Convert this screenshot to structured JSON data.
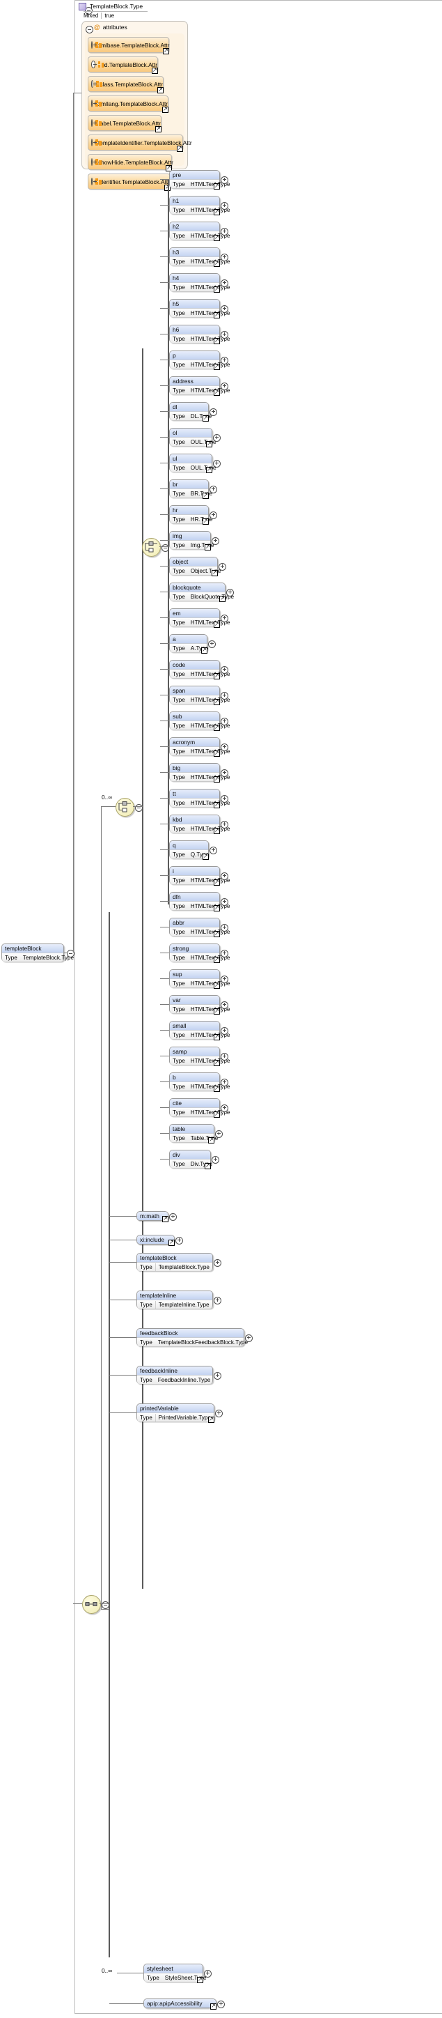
{
  "diagram": {
    "kind": "xsd-schema-diagram",
    "root_element": {
      "name": "templateBlock",
      "type_key": "Type",
      "type_value": "TemplateBlock.Type"
    },
    "complex_type": {
      "title": "TemplateBlock.Type",
      "meta_key": "Mixed",
      "meta_value": "true"
    },
    "attributes_group": {
      "label": "attributes",
      "symbol": "@",
      "items": [
        {
          "name": "xmlbase.TemplateBlock.Attr"
        },
        {
          "name": "id.TemplateBlock.Attr"
        },
        {
          "name": "class.TemplateBlock.Attr"
        },
        {
          "name": "xmllang.TemplateBlock.Attr"
        },
        {
          "name": "label.TemplateBlock.Attr"
        },
        {
          "name": "templateIdentifier.TemplateBlock.Attr"
        },
        {
          "name": "showHide.TemplateBlock.Attr"
        },
        {
          "name": "identifier.TemplateBlock.Attr"
        }
      ]
    },
    "compositors": [
      {
        "id": "inner-choice",
        "type": "choice",
        "cardinality": ""
      },
      {
        "id": "outer-choice",
        "type": "choice",
        "cardinality": "0..∞"
      },
      {
        "id": "sequence",
        "type": "sequence",
        "cardinality": ""
      }
    ],
    "type_key_label": "Type",
    "html_elements": [
      {
        "name": "pre",
        "type": "HTMLText.Type"
      },
      {
        "name": "h1",
        "type": "HTMLText.Type"
      },
      {
        "name": "h2",
        "type": "HTMLText.Type"
      },
      {
        "name": "h3",
        "type": "HTMLText.Type"
      },
      {
        "name": "h4",
        "type": "HTMLText.Type"
      },
      {
        "name": "h5",
        "type": "HTMLText.Type"
      },
      {
        "name": "h6",
        "type": "HTMLText.Type"
      },
      {
        "name": "p",
        "type": "HTMLText.Type"
      },
      {
        "name": "address",
        "type": "HTMLText.Type"
      },
      {
        "name": "dl",
        "type": "DL.Type"
      },
      {
        "name": "ol",
        "type": "OUL.Type"
      },
      {
        "name": "ul",
        "type": "OUL.Type"
      },
      {
        "name": "br",
        "type": "BR.Type"
      },
      {
        "name": "hr",
        "type": "HR.Type"
      },
      {
        "name": "img",
        "type": "Img.Type"
      },
      {
        "name": "object",
        "type": "Object.Type"
      },
      {
        "name": "blockquote",
        "type": "BlockQuote.Type"
      },
      {
        "name": "em",
        "type": "HTMLText.Type"
      },
      {
        "name": "a",
        "type": "A.Type"
      },
      {
        "name": "code",
        "type": "HTMLText.Type"
      },
      {
        "name": "span",
        "type": "HTMLText.Type"
      },
      {
        "name": "sub",
        "type": "HTMLText.Type"
      },
      {
        "name": "acronym",
        "type": "HTMLText.Type"
      },
      {
        "name": "big",
        "type": "HTMLText.Type"
      },
      {
        "name": "tt",
        "type": "HTMLText.Type"
      },
      {
        "name": "kbd",
        "type": "HTMLText.Type"
      },
      {
        "name": "q",
        "type": "Q.Type"
      },
      {
        "name": "i",
        "type": "HTMLText.Type"
      },
      {
        "name": "dfn",
        "type": "HTMLText.Type"
      },
      {
        "name": "abbr",
        "type": "HTMLText.Type"
      },
      {
        "name": "strong",
        "type": "HTMLText.Type"
      },
      {
        "name": "sup",
        "type": "HTMLText.Type"
      },
      {
        "name": "var",
        "type": "HTMLText.Type"
      },
      {
        "name": "small",
        "type": "HTMLText.Type"
      },
      {
        "name": "samp",
        "type": "HTMLText.Type"
      },
      {
        "name": "b",
        "type": "HTMLText.Type"
      },
      {
        "name": "cite",
        "type": "HTMLText.Type"
      },
      {
        "name": "table",
        "type": "Table.Type"
      },
      {
        "name": "div",
        "type": "Div.Type"
      }
    ],
    "outer_elements": [
      {
        "name": "m:math",
        "type": ""
      },
      {
        "name": "xi:include",
        "type": ""
      },
      {
        "name": "templateBlock",
        "type": "TemplateBlock.Type"
      },
      {
        "name": "templateInline",
        "type": "TemplateInline.Type"
      },
      {
        "name": "feedbackBlock",
        "type": "TemplateBlockFeedbackBlock.Type"
      },
      {
        "name": "feedbackInline",
        "type": "FeedbackInline.Type"
      },
      {
        "name": "printedVariable",
        "type": "PrintedVariable.Type"
      }
    ],
    "tail_elements": [
      {
        "name": "stylesheet",
        "type": "StyleSheet.Type",
        "cardinality": "0..∞"
      },
      {
        "name": "apip:apipAccessibility",
        "type": "",
        "cardinality": ""
      }
    ]
  }
}
